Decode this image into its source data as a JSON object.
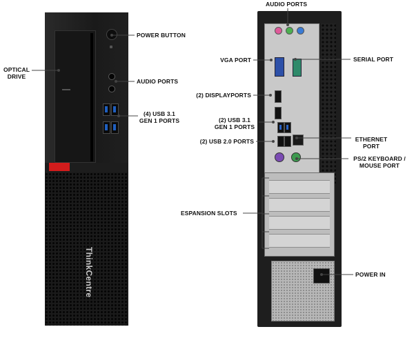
{
  "labels": {
    "power_button": "POWER BUTTON",
    "optical_drive_line1": "OPTICAL",
    "optical_drive_line2": "DRIVE",
    "audio_ports_front": "AUDIO PORTS",
    "usb_front_line1": "(4) USB 3.1",
    "usb_front_line2": "GEN 1 PORTS",
    "audio_ports_back": "AUDIO PORTS",
    "vga_port": "VGA PORT",
    "serial_port": "SERIAL PORT",
    "displayports": "(2) DISPLAYPORTS",
    "usb_back_line1": "(2) USB 3.1",
    "usb_back_line2": "GEN 1 PORTS",
    "ethernet_line1": "ETHERNET",
    "ethernet_line2": "PORT",
    "usb20": "(2) USB 2.0 PORTS",
    "ps2_line1": "PS/2 KEYBOARD /",
    "ps2_line2": "MOUSE PORT",
    "expansion_slots": "ESPANSION SLOTS",
    "power_in": "POWER IN"
  },
  "brand": {
    "logo_text": "ThinkCentre"
  },
  "colors": {
    "chassis": "#1d1d1d",
    "accent_red": "#d21c1c",
    "usb_blue": "#1f5fbf",
    "vga_blue": "#2d50a8",
    "serial_green": "#2e8a6a",
    "audio_pink": "#e05a9a",
    "audio_green": "#4caf50",
    "audio_blue": "#3a7bd5",
    "ps2_purple": "#7b4bb3",
    "ps2_green": "#3d9a4f",
    "leader_line": "#444444"
  },
  "icons": [
    "power-icon"
  ]
}
